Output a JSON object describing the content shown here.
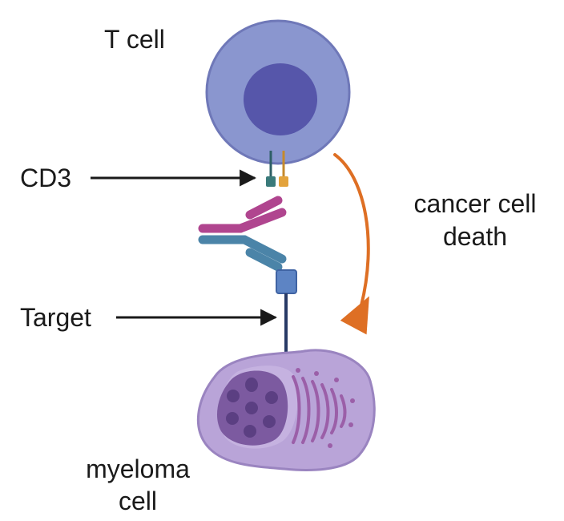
{
  "labels": {
    "t_cell": "T cell",
    "cd3": "CD3",
    "target": "Target",
    "outcome_line1": "cancer cell",
    "outcome_line2": "death",
    "myeloma_line1": "myeloma",
    "myeloma_line2": "cell"
  },
  "colors": {
    "t_cell_outer": "#8a96cf",
    "t_cell_nucleus": "#5656aa",
    "cd3_teal": "#3a7a7a",
    "cd3_orange": "#e3a33c",
    "antibody_magenta": "#b0458f",
    "antibody_blue": "#4b84a8",
    "target_block": "#5d84c4",
    "target_stalk": "#283a66",
    "myeloma_outer": "#b9a4d8",
    "myeloma_nucleus": "#7c5aa0",
    "er_color": "#9b5fa8",
    "death_arrow": "#de6f24",
    "pointer_arrow": "#1a1a1a"
  },
  "icons": {
    "t_cell": "t-cell-icon",
    "antibody": "bispecific-antibody-icon",
    "myeloma": "myeloma-cell-icon"
  }
}
